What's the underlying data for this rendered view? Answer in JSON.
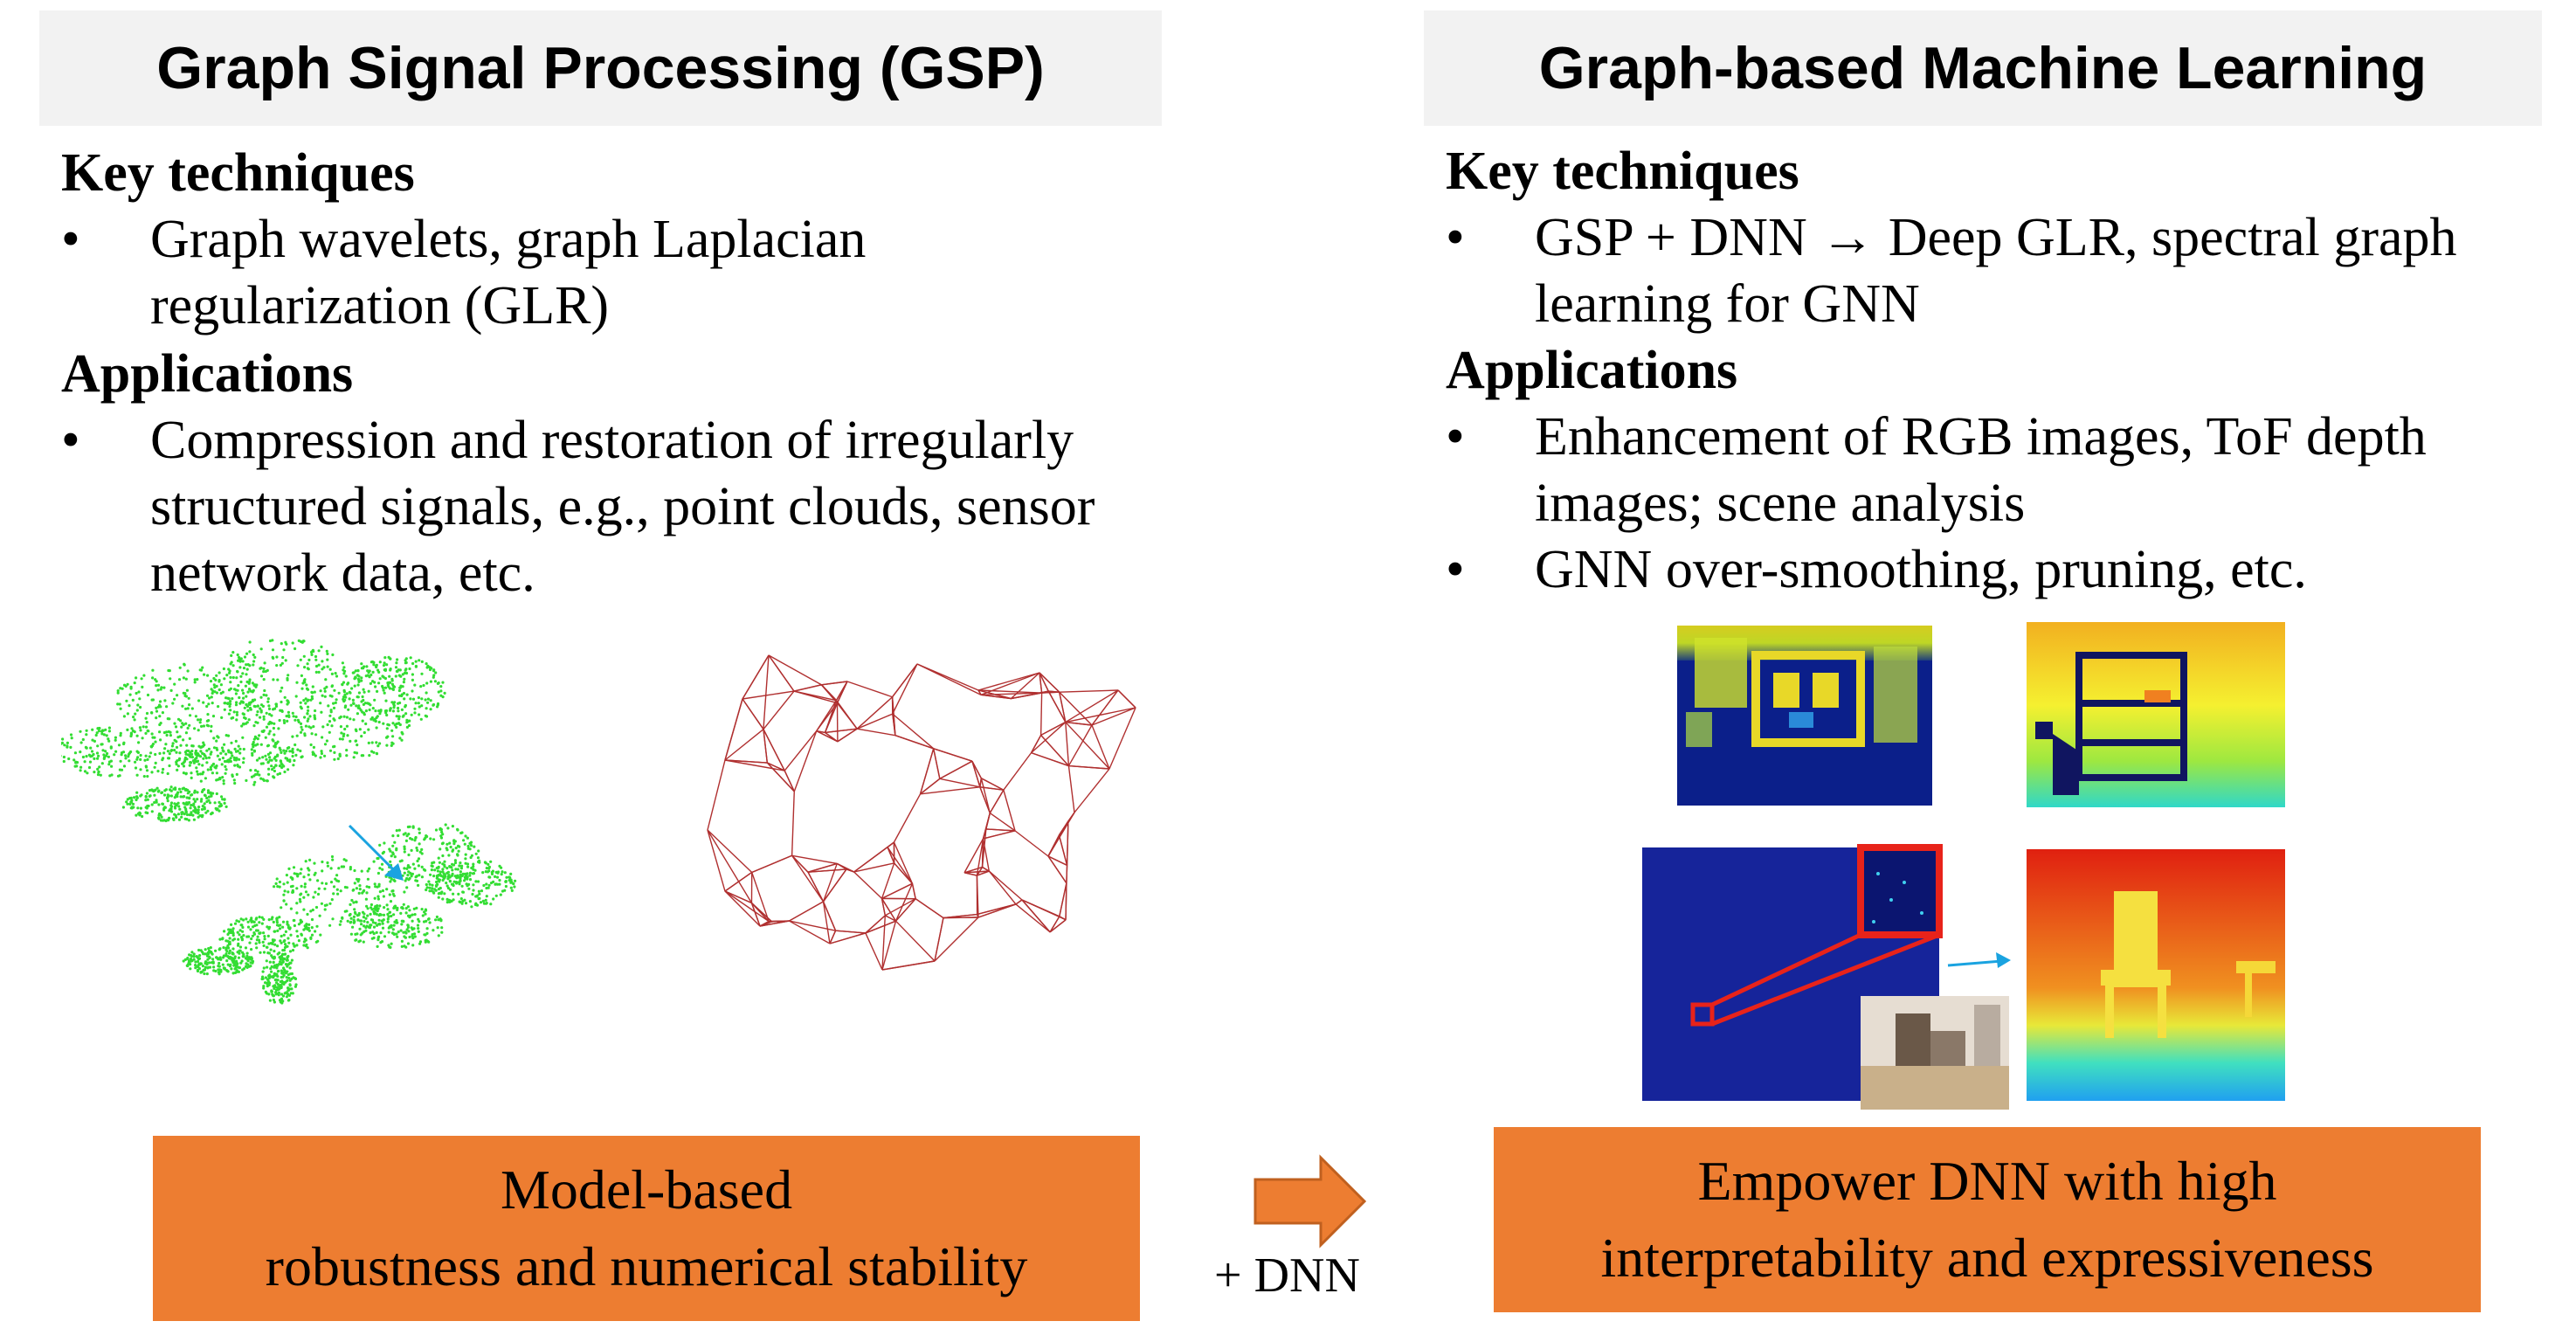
{
  "left": {
    "title": "Graph Signal Processing (GSP)",
    "key_heading": "Key techniques",
    "key_items": [
      [
        "Graph wavelets, graph Laplacian",
        "regularization (GLR)"
      ]
    ],
    "app_heading": "Applications",
    "app_items": [
      [
        "Compression and restoration of irregularly",
        "structured signals, e.g., point clouds, sensor",
        "network data, etc."
      ]
    ],
    "summary": [
      "Model-based",
      "robustness and numerical stability"
    ]
  },
  "right": {
    "title": "Graph-based Machine Learning",
    "key_heading": "Key techniques",
    "key_items": [
      [
        "GSP + DNN → Deep GLR, spectral graph",
        "learning for GNN"
      ]
    ],
    "app_heading": "Applications",
    "app_items": [
      [
        "Enhancement of RGB images, ToF depth",
        "images; scene analysis"
      ],
      [
        "GNN over-smoothing, pruning, etc."
      ]
    ],
    "summary": [
      "Empower DNN with high",
      "interpretability and expressiveness"
    ]
  },
  "bullet_glyph": "•",
  "connector_label": "+ DNN",
  "colors": {
    "title_bg": "#f2f2f2",
    "summary_bg": "#ed7d31",
    "point_cloud": "#33dd33",
    "mesh": "#b03030",
    "arrow_blue": "#1aa3e0",
    "depth_blue": "#10208a",
    "highlight_red": "#e8231a"
  },
  "icons": [
    "right-arrow-icon",
    "blue-arrow-icon",
    "bullet-icon"
  ]
}
